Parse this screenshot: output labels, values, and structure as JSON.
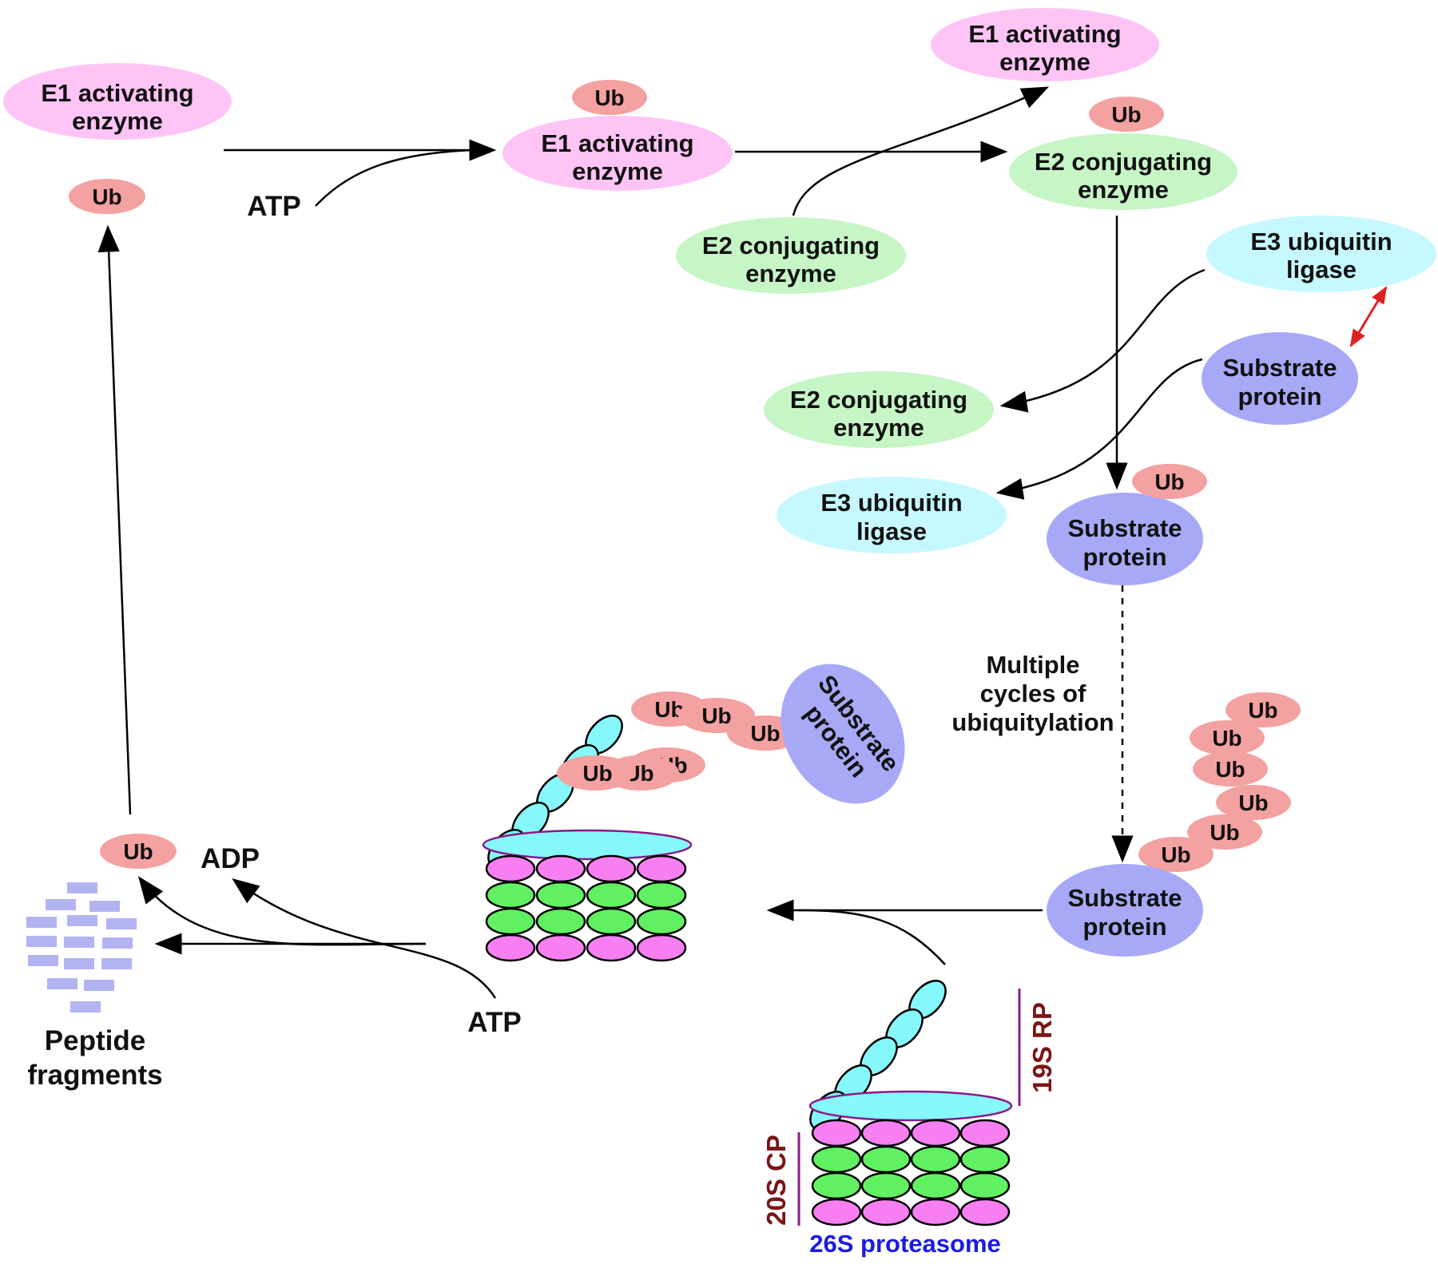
{
  "labels": {
    "e1_line1": "E1 activating",
    "e1_line2": "enzyme",
    "e2_line1": "E2 conjugating",
    "e2_line2": "enzyme",
    "e3_line1": "E3 ubiquitin",
    "e3_line2": "ligase",
    "sub_line1": "Substrate",
    "sub_line2": "protein",
    "ub": "Ub",
    "atp": "ATP",
    "adp": "ADP",
    "multi_line1": "Multiple",
    "multi_line2": "cycles of",
    "multi_line3": "ubiquitylation",
    "peptide_line1": "Peptide",
    "peptide_line2": "fragments",
    "rp_19s": "19S RP",
    "cp_20s": "20S CP",
    "proteasome_26s": "26S proteasome"
  },
  "colors": {
    "e1": "#ffc4f6",
    "e2": "#c6f5c6",
    "e3": "#c6f8ff",
    "substrate": "#a7a9f7",
    "ub": "#f4a1a1",
    "cap": "#86f8fb",
    "ring_pink": "#f77ff2",
    "ring_green": "#61f061",
    "peptide": "#b2b4f2",
    "rp_label": "#7a1515",
    "proteasome_label": "#1a1ae6",
    "bidirectional_arrow": "#e02020"
  }
}
